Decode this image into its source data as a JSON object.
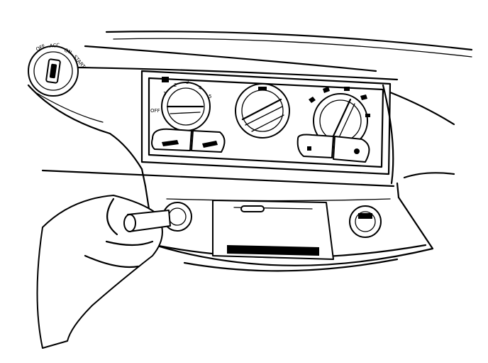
{
  "ignition": {
    "positions": [
      "OFF",
      "ACC",
      "ON",
      "START"
    ]
  },
  "fan_dial": {
    "labels": [
      "OFF",
      "1",
      "2",
      "3",
      "4",
      "5"
    ],
    "icon": "fan-icon"
  },
  "temp_dial": {
    "icon": "temperature-icon"
  },
  "mode_dial": {
    "icons": [
      "panel-vent-icon",
      "bi-level-icon",
      "floor-icon",
      "floor-defrost-icon",
      "defrost-icon"
    ]
  },
  "buttons": {
    "left": [
      "vent-icon",
      "recirculation-icon"
    ],
    "right": [
      "ac-snowflake-icon",
      "rear-defrost-icon"
    ]
  },
  "lower_console": {
    "items": [
      "cigarette-lighter",
      "ashtray",
      "accessory-power-outlet"
    ]
  },
  "colors": {
    "ink": "#000000",
    "paper": "#ffffff"
  }
}
